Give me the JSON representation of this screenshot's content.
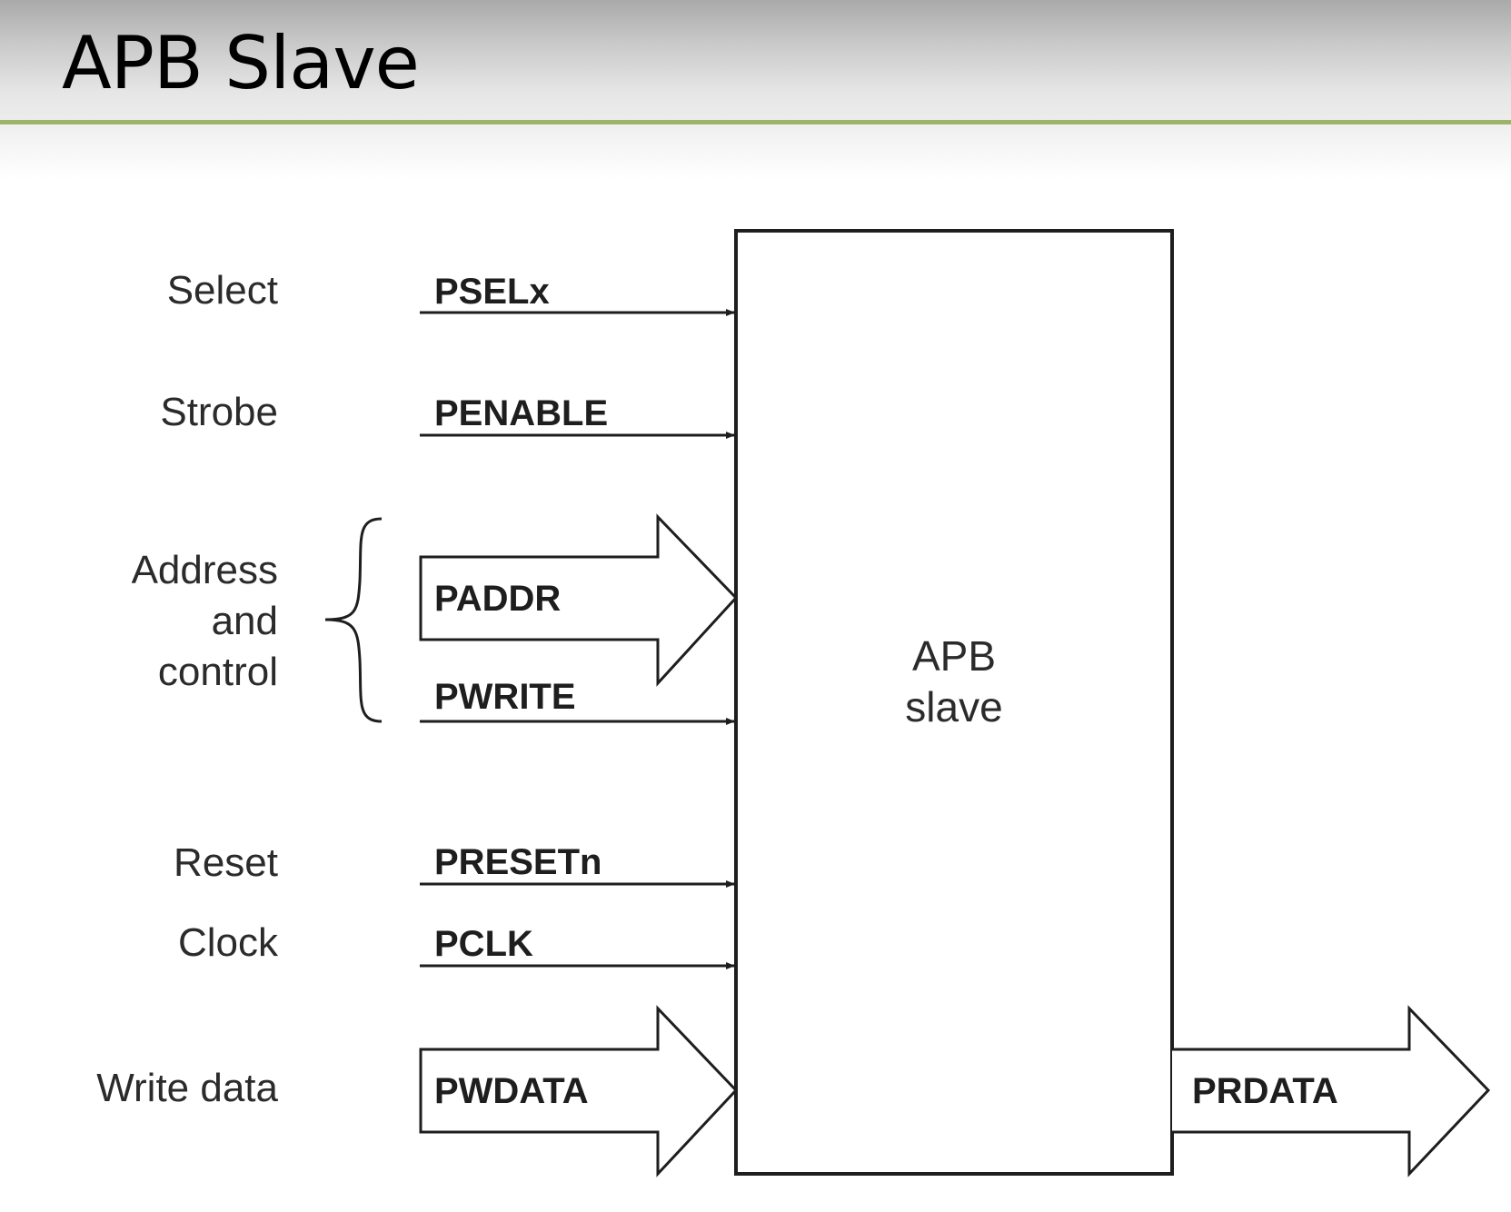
{
  "title": "APB Slave",
  "block": {
    "line1": "APB",
    "line2": "slave"
  },
  "groups": {
    "select": "Select",
    "strobe": "Strobe",
    "address_line1": "Address",
    "address_line2": "and",
    "address_line3": "control",
    "reset": "Reset",
    "clock": "Clock",
    "write_data": "Write data"
  },
  "signals": {
    "psel": "PSELx",
    "penable": "PENABLE",
    "paddr": "PADDR",
    "pwrite": "PWRITE",
    "presetn": "PRESETn",
    "pclk": "PCLK",
    "pwdata": "PWDATA",
    "prdata": "PRDATA"
  },
  "colors": {
    "accent_rule": "#9bb467",
    "line": "#1e1e1e"
  }
}
